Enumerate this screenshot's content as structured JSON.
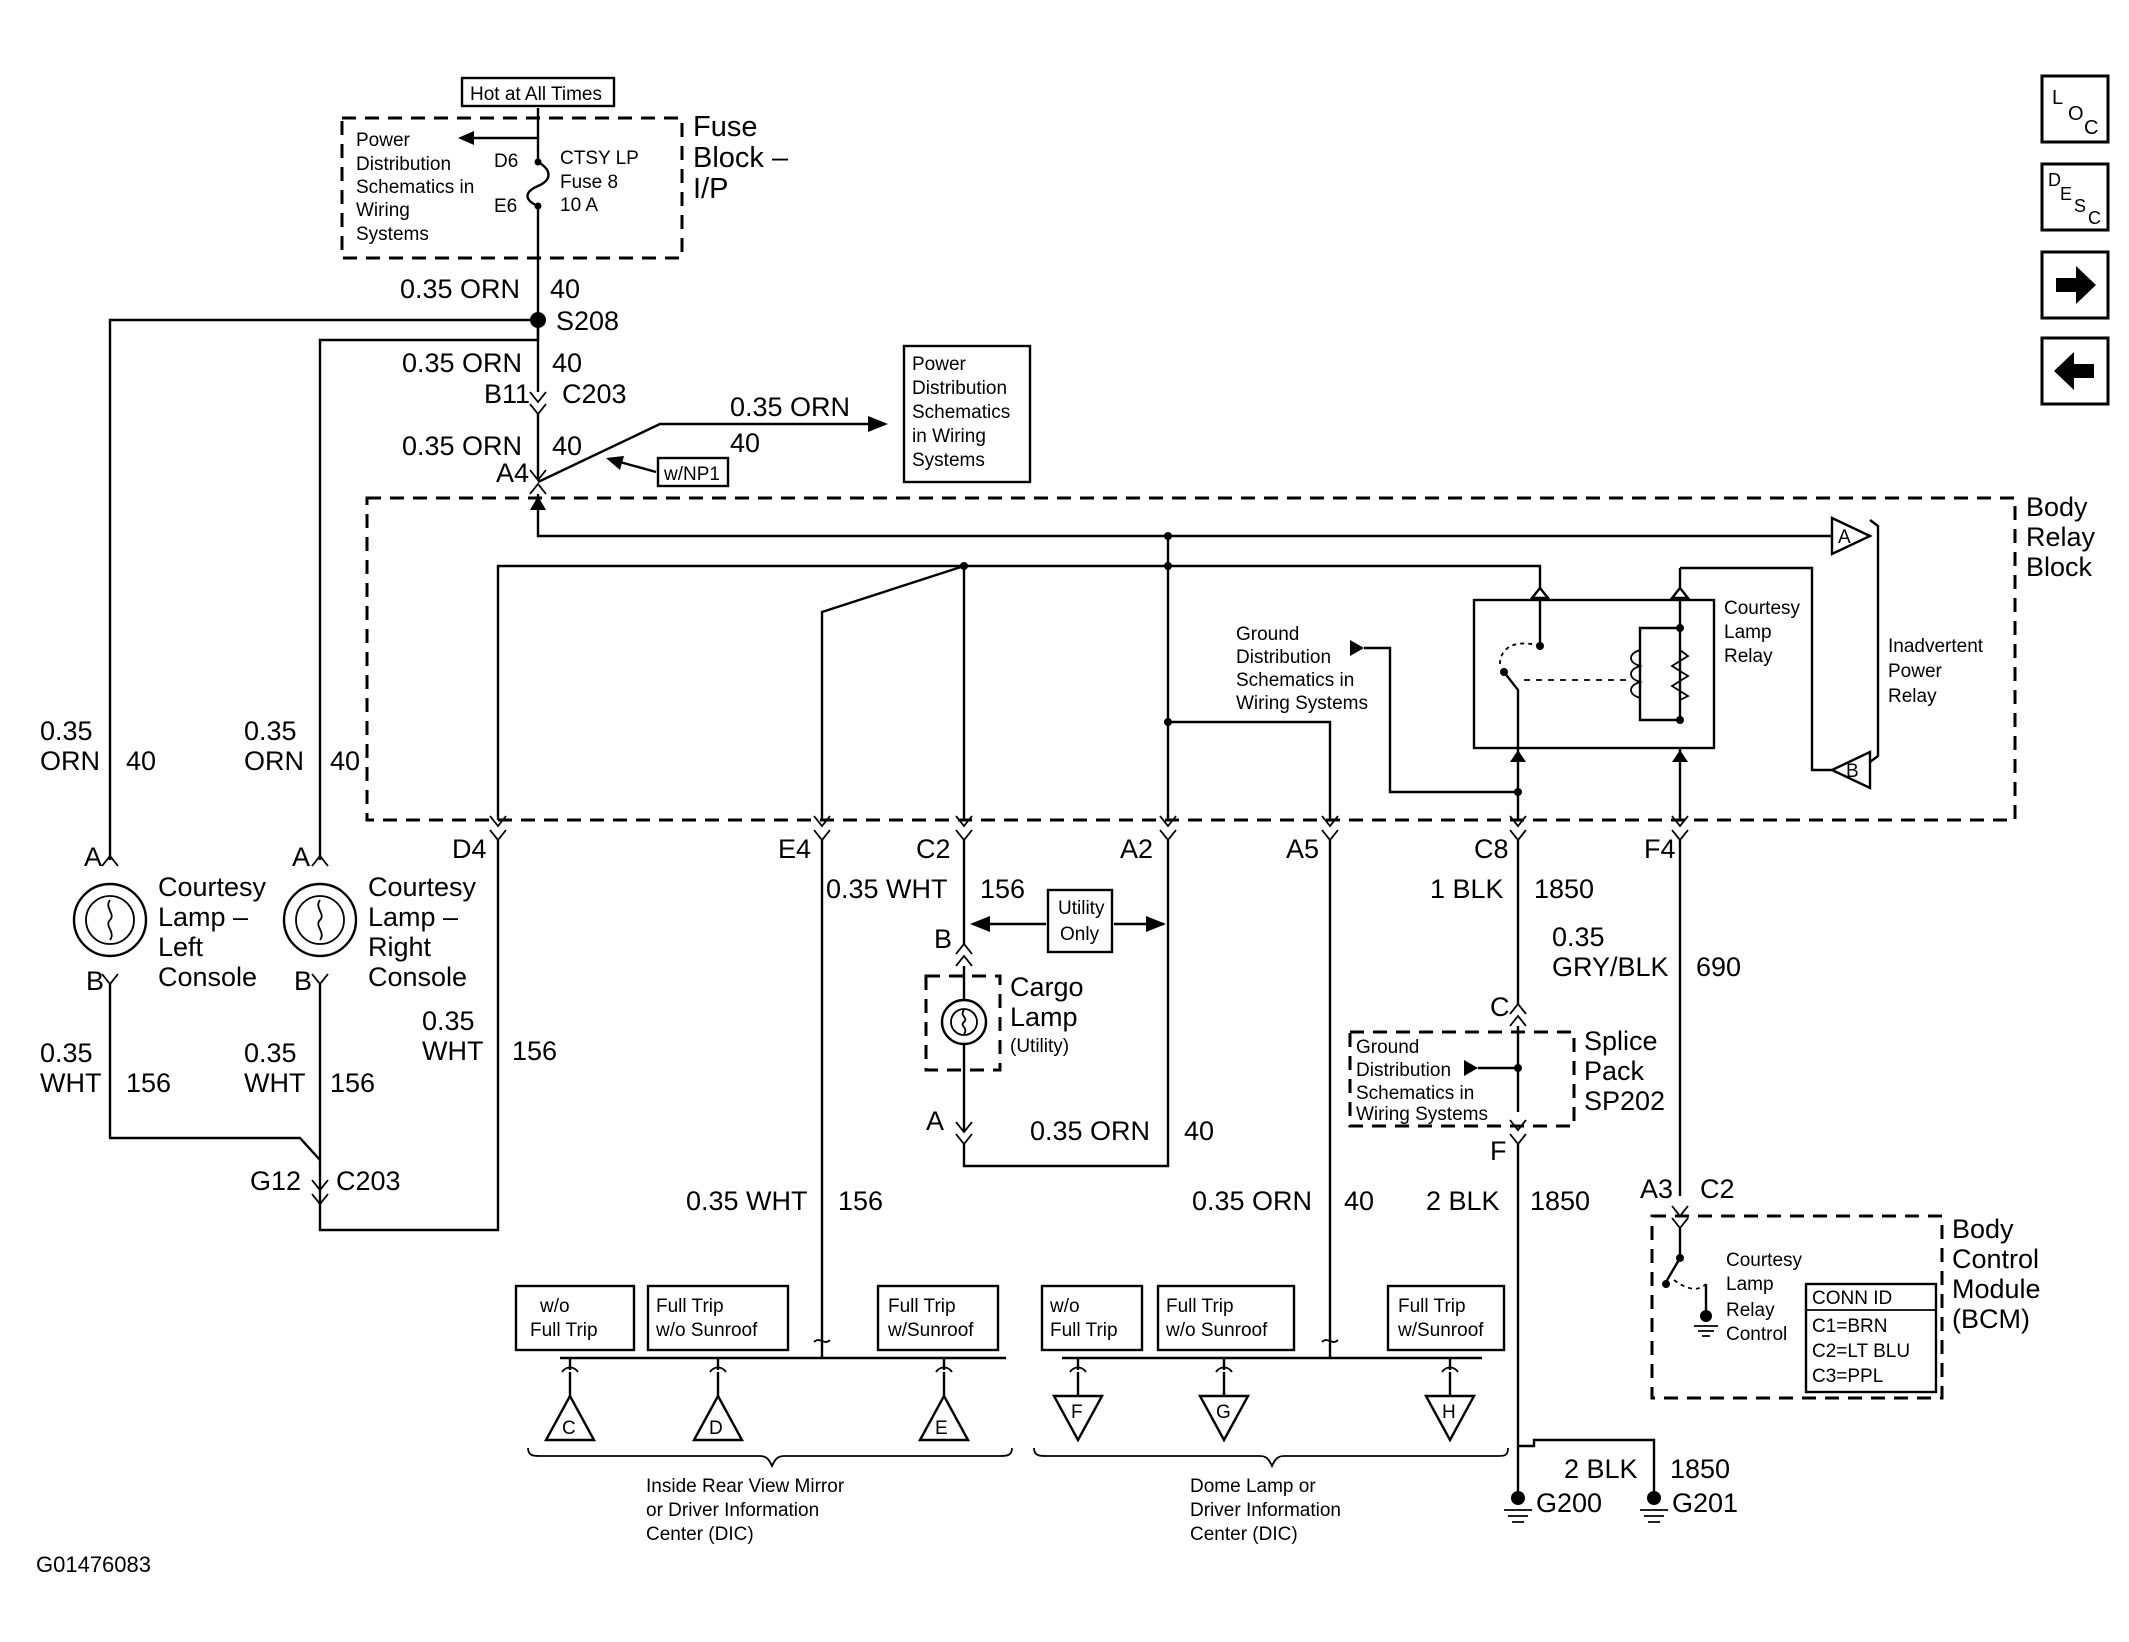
{
  "labels": {
    "hot_at_all_times": "Hot at All Times",
    "fuse_block": [
      "Fuse",
      "Block –",
      "I/P"
    ],
    "power_dist_top": [
      "Power",
      "Distribution",
      "Schematics in",
      "Wiring",
      "Systems"
    ],
    "fuse_d6": "D6",
    "fuse_e6": "E6",
    "fuse_name": [
      "CTSY LP",
      "Fuse 8",
      "10 A"
    ],
    "w_orn_top": "0.35 ORN",
    "c_40_top": "40",
    "splice_s208": "S208",
    "w_orn_2": "0.35 ORN",
    "c_40_2": "40",
    "pin_b11": "B11",
    "conn_c203_top": "C203",
    "w_orn_3": "0.35 ORN",
    "c_40_3": "40",
    "pin_a4": "A4",
    "w_np1": "w/NP1",
    "w_orn_4": "0.35 ORN",
    "c_40_4": "40",
    "power_dist_right": [
      "Power",
      "Distribution",
      "Schematics",
      "in Wiring",
      "Systems"
    ],
    "body_relay_block": [
      "Body",
      "Relay",
      "Block"
    ],
    "ground_dist_1": [
      "Ground",
      "Distribution",
      "Schematics in",
      "Wiring Systems"
    ],
    "courtesy_lamp_relay": [
      "Courtesy",
      "Lamp",
      "Relay"
    ],
    "inadvertent_power_relay": [
      "Inadvertent",
      "Power",
      "Relay"
    ],
    "tri_a": "A",
    "tri_b": "B",
    "left_orn_size": "0.35",
    "left_orn_color": "ORN",
    "left_orn_circuit": "40",
    "mid_orn_size": "0.35",
    "mid_orn_color": "ORN",
    "mid_orn_circuit": "40",
    "pin_d4": "D4",
    "pin_e4": "E4",
    "pin_c2": "C2",
    "pin_a2": "A2",
    "pin_a5": "A5",
    "pin_c8": "C8",
    "pin_f4": "F4",
    "lamp_left_a": "A",
    "lamp_left_b": "B",
    "lamp_left_name": [
      "Courtesy",
      "Lamp –",
      "Left",
      "Console"
    ],
    "lamp_right_a": "A",
    "lamp_right_b": "B",
    "lamp_right_name": [
      "Courtesy",
      "Lamp –",
      "Right",
      "Console"
    ],
    "left_wht_size": "0.35",
    "left_wht_color": "WHT",
    "left_wht_circuit": "156",
    "mid_wht_size": "0.35",
    "mid_wht_color": "WHT",
    "mid_wht_circuit": "156",
    "d4_wht_size": "0.35",
    "d4_wht_color": "WHT",
    "d4_wht_circuit": "156",
    "pin_g12": "G12",
    "conn_c203_bottom": "C203",
    "c2_wht": "0.35 WHT",
    "c2_wht_circuit": "156",
    "utility_only": [
      "Utility",
      "Only"
    ],
    "cargo_b": "B",
    "cargo_name": [
      "Cargo",
      "Lamp"
    ],
    "cargo_utility": "(Utility)",
    "cargo_a": "A",
    "cargo_orn": "0.35 ORN",
    "cargo_orn_circuit": "40",
    "c8_blk": "1 BLK",
    "c8_blk_circuit": "1850",
    "f4_size": "0.35",
    "f4_color": "GRY/BLK",
    "f4_circuit": "690",
    "sp_c": "C",
    "ground_dist_2": [
      "Ground",
      "Distribution",
      "Schematics in",
      "Wiring Systems"
    ],
    "splice_pack": [
      "Splice",
      "Pack",
      "SP202"
    ],
    "sp_f": "F",
    "e4_wht": "0.35 WHT",
    "e4_wht_circuit": "156",
    "a5_orn": "0.35 ORN",
    "a5_orn_circuit": "40",
    "f_blk": "2 BLK",
    "f_blk_circuit": "1850",
    "bcm_a3": "A3",
    "bcm_c2": "C2",
    "bcm_name": [
      "Body",
      "Control",
      "Module",
      "(BCM)"
    ],
    "bcm_relay_control": [
      "Courtesy",
      "Lamp",
      "Relay",
      "Control"
    ],
    "conn_id": [
      "CONN ID",
      "C1=BRN",
      "C2=LT BLU",
      "C3=PPL"
    ],
    "opt_mirror": [
      [
        "w/o",
        "Full Trip"
      ],
      [
        "Full Trip",
        "w/o Sunroof"
      ],
      [
        "Full Trip",
        "w/Sunroof"
      ]
    ],
    "opt_dome": [
      [
        "w/o",
        "Full Trip"
      ],
      [
        "Full Trip",
        "w/o Sunroof"
      ],
      [
        "Full Trip",
        "w/Sunroof"
      ]
    ],
    "tri_c": "C",
    "tri_d": "D",
    "tri_e": "E",
    "tri_f": "F",
    "tri_g": "G",
    "tri_h": "H",
    "mirror_group": [
      "Inside Rear View Mirror",
      "or Driver Information",
      "Center (DIC)"
    ],
    "dome_group": [
      "Dome Lamp or",
      "Driver Information",
      "Center (DIC)"
    ],
    "gnd_blk": "2 BLK",
    "gnd_blk_circuit": "1850",
    "g200": "G200",
    "g201": "G201",
    "figure_id": "G01476083"
  },
  "nav": {
    "loc": [
      "L",
      "O",
      "C"
    ],
    "desc": [
      "D",
      "E",
      "S",
      "C"
    ],
    "next_icon": "right-arrow",
    "prev_icon": "left-arrow"
  }
}
